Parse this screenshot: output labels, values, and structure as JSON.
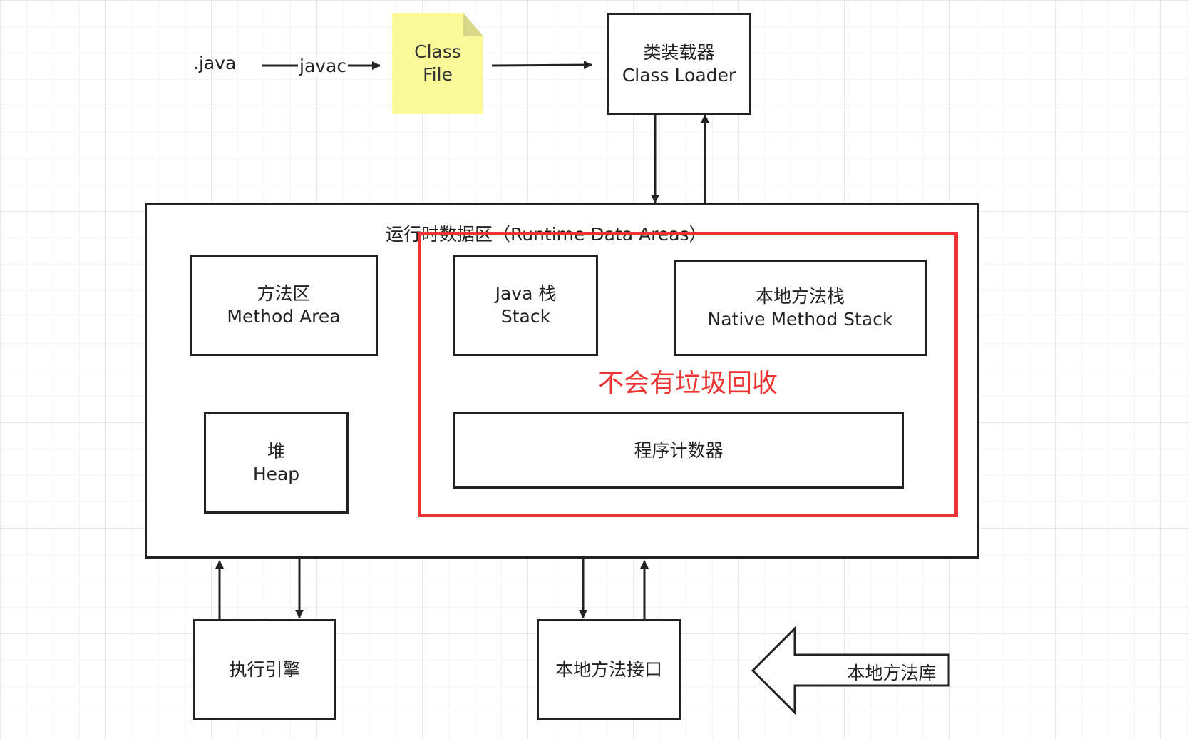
{
  "source": {
    "java_file": ".java",
    "compile_label": "javac"
  },
  "class_file": {
    "line1": "Class",
    "line2": "File"
  },
  "class_loader": {
    "cn": "类装载器",
    "en": "Class Loader"
  },
  "runtime_area": {
    "title": "运行时数据区（Runtime Data Areas）"
  },
  "method_area": {
    "cn": "方法区",
    "en": "Method Area"
  },
  "heap": {
    "cn": "堆",
    "en": "Heap"
  },
  "java_stack": {
    "cn": "Java 栈",
    "en": "Stack"
  },
  "native_stack": {
    "cn": "本地方法栈",
    "en": "Native Method Stack"
  },
  "pc_register": {
    "label": "程序计数器"
  },
  "no_gc_note": {
    "text": "不会有垃圾回收",
    "color": "#ee3333"
  },
  "execution_engine": {
    "label": "执行引擎"
  },
  "native_interface": {
    "label": "本地方法接口"
  },
  "native_library": {
    "label": "本地方法库"
  },
  "colors": {
    "note_fill": "#fafa9a",
    "line": "#222222",
    "highlight": "#ee3333"
  }
}
